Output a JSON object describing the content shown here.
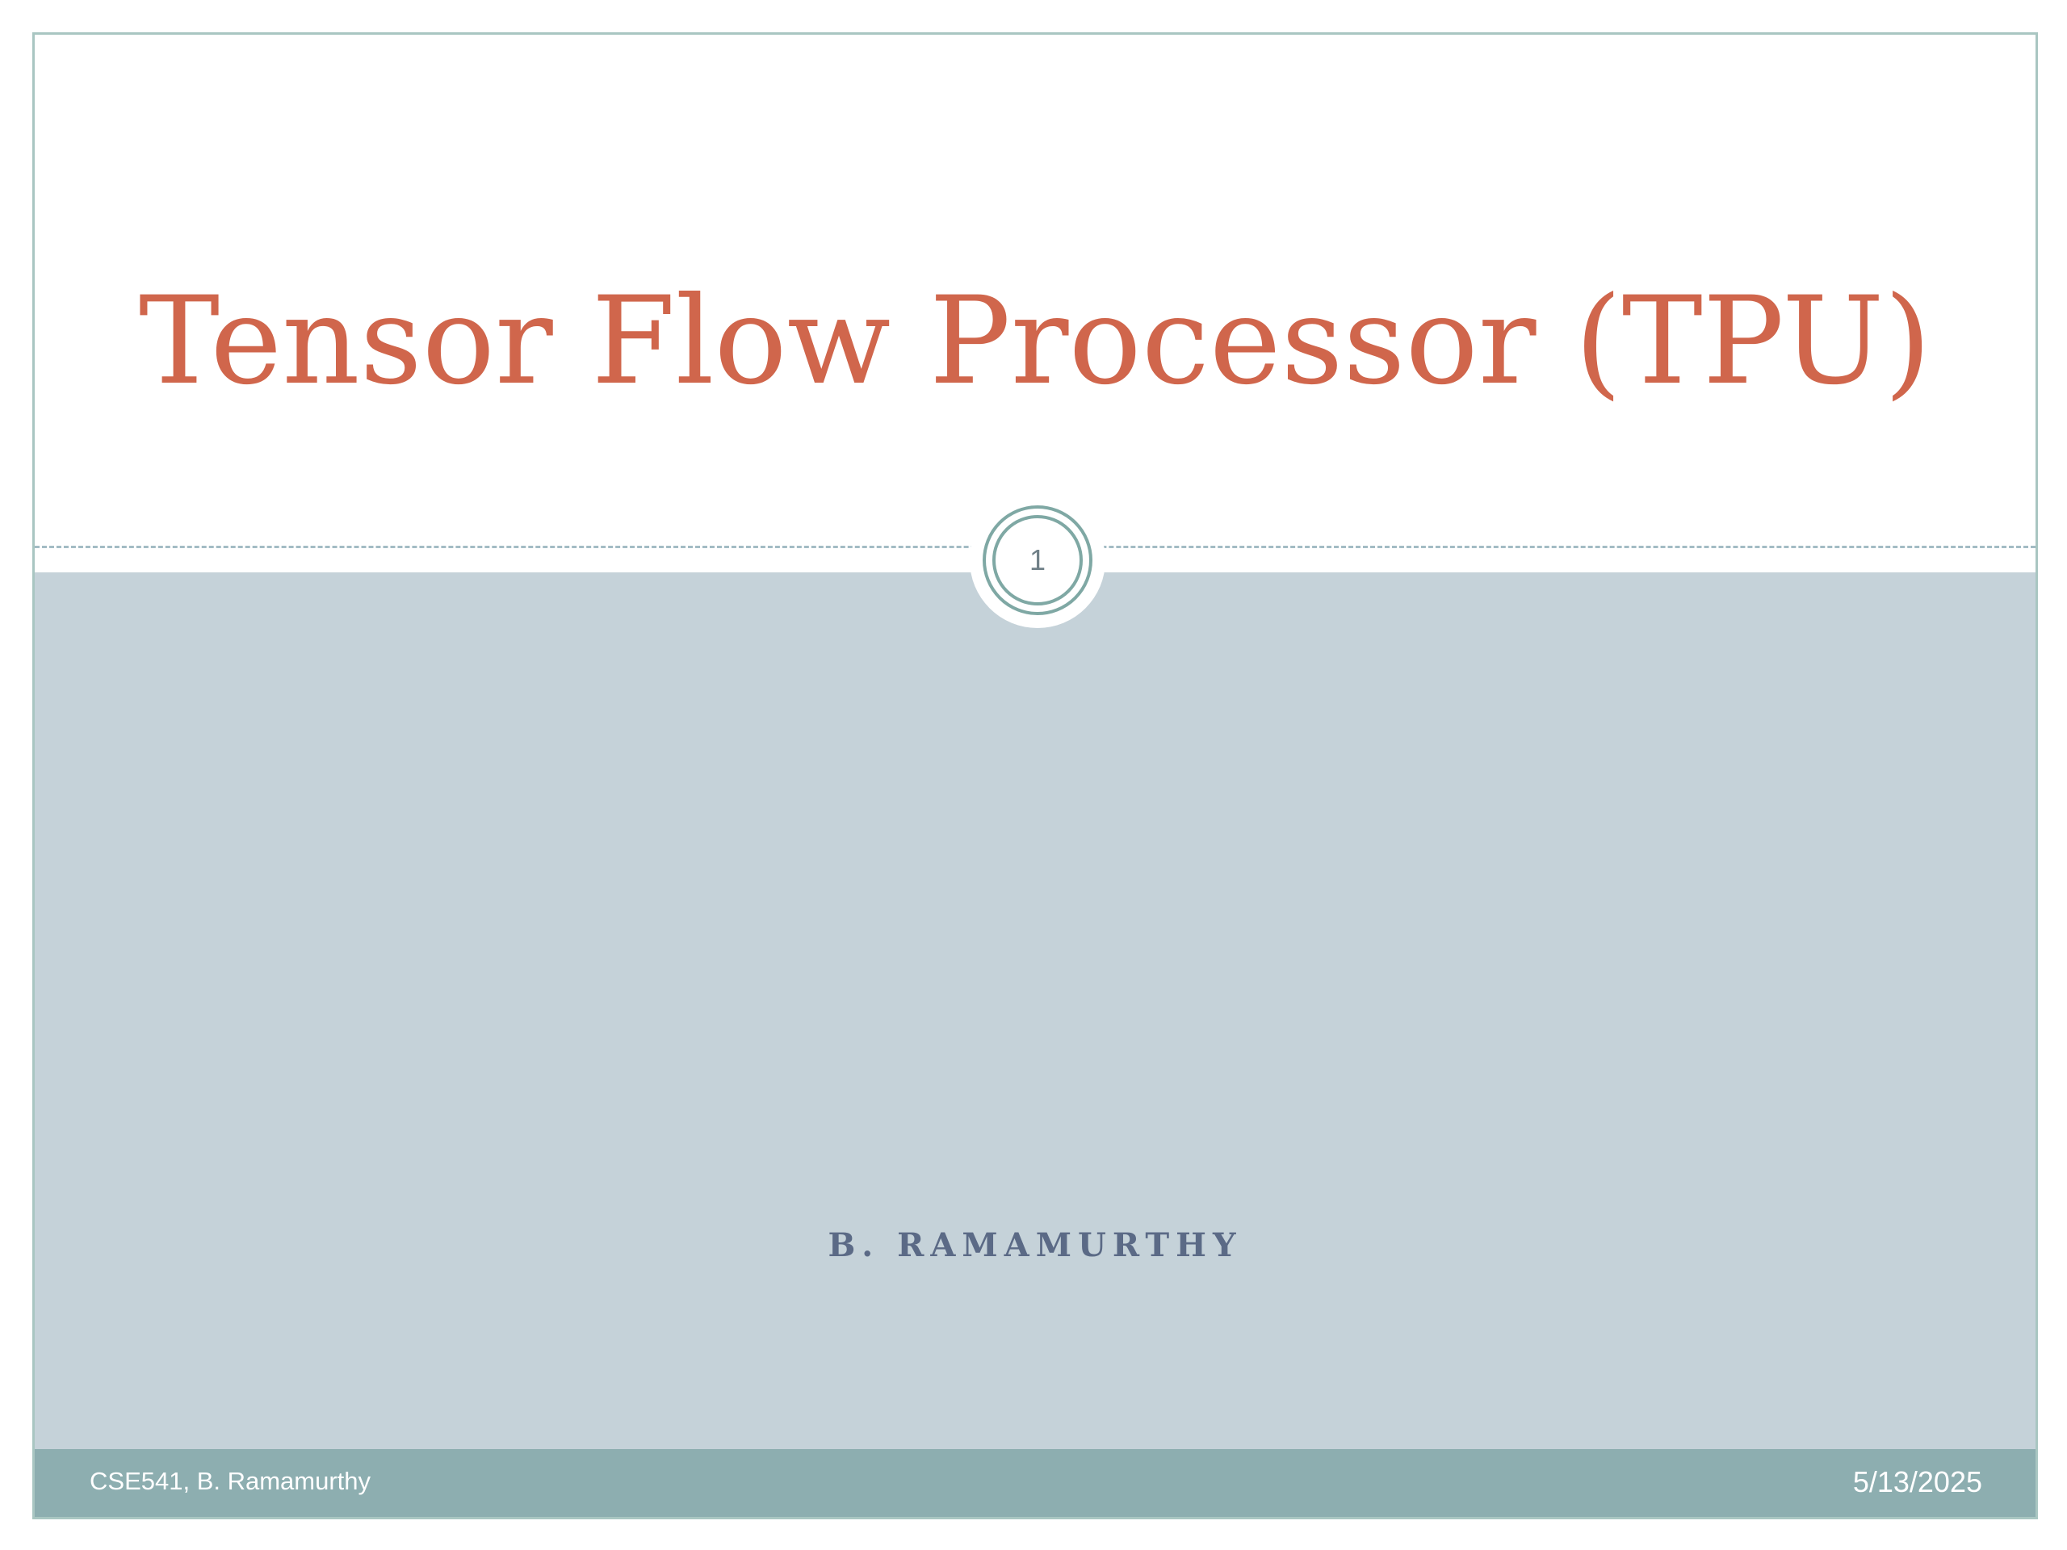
{
  "slide": {
    "title": "Tensor Flow Processor (TPU)",
    "subtitle": "B. RAMAMURTHY",
    "slide_number": "1"
  },
  "footer": {
    "left_text": "CSE541, B. Ramamurthy",
    "right_text": "5/13/2025"
  },
  "colors": {
    "title": "#d0664c",
    "body_background": "#c5d2d9",
    "footer_background": "#8daeb0",
    "accent_ring": "#7fa8a4",
    "subtitle": "#5b6a86"
  }
}
